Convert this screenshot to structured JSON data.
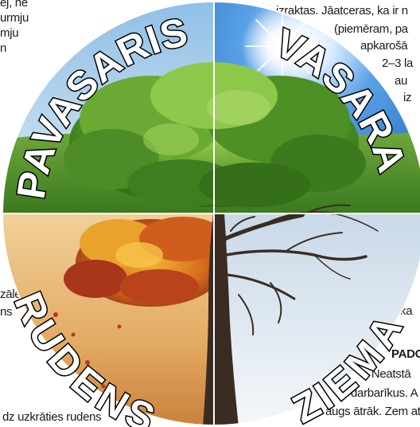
{
  "text_fragments": {
    "top_left": [
      "ej, ne",
      "urmju",
      "mju",
      "n"
    ],
    "top_center": "izraktas. Jāatceras, ka ir n",
    "right_top": [
      "(piemēram, pa",
      "apkarošā",
      "2–3 la",
      "au",
      "iz"
    ],
    "left_bottom": [
      "zāle,",
      "ns"
    ],
    "right_bottom": [
      "ka"
    ],
    "tip_heading": "PADO",
    "tip_lines": [
      "• Neatstā",
      "darbarīkus. A",
      "augs ātrāk. Zem ats"
    ],
    "bottom_left": "dz uzkrāties rudens"
  },
  "seasons": {
    "spring": "PAVASARIS",
    "summer": "VASARA",
    "autumn": "RUDENS",
    "winter": "ZIEMA"
  },
  "colors": {
    "spring_sky": "#bcd8ec",
    "summer_sky": "#2f7fd0",
    "grass": "#4e8a28",
    "autumn_bg": "#e6b675",
    "winter_bg": "#dfe8f0",
    "foliage": "#4f9a2a",
    "trunk": "#3b2c22"
  }
}
